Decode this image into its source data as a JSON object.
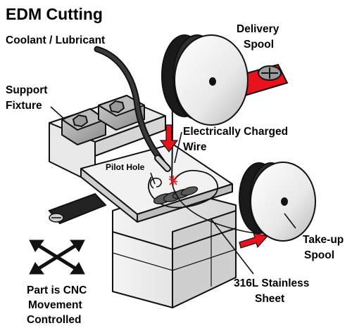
{
  "title": "EDM Cutting",
  "labels": {
    "coolant": "Coolant / Lubricant",
    "delivery_line1": "Delivery",
    "delivery_line2": "Spool",
    "support_line1": "Support",
    "support_line2": "Fixture",
    "wire_line1": "Electrically Charged",
    "wire_line2": "Wire",
    "pilot_hole": "Pilot Hole",
    "takeup_line1": "Take-up",
    "takeup_line2": "Spool",
    "cnc_line1": "Part is CNC",
    "cnc_line2": "Movement",
    "cnc_line3": "Controlled",
    "sheet_line1": "316L Stainless",
    "sheet_line2": "Sheet"
  },
  "colors": {
    "arrow_red": "#e8111c",
    "outline": "#111111",
    "spark": "#e8111c"
  },
  "icons": [
    "four-way-arrow-icon",
    "direction-arrow-icon",
    "spark-icon"
  ]
}
